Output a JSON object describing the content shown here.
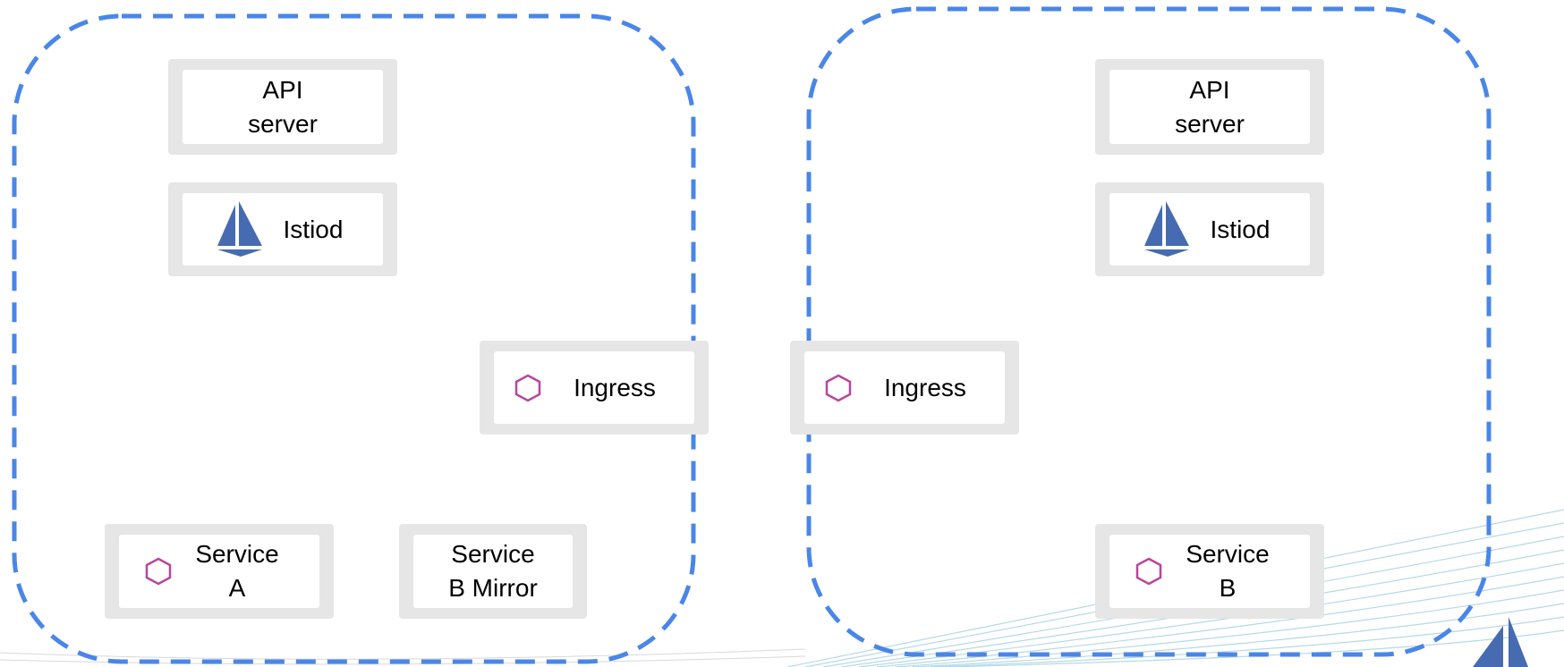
{
  "colors": {
    "boundary": "#4a86e8",
    "node_outer": "#e6e6e6",
    "node_inner": "#ffffff",
    "hex_icon": "#b9459b",
    "sail_icon": "#466bb0"
  },
  "clusters": [
    {
      "api_server": {
        "label": "API\nserver"
      },
      "istiod": {
        "label": "Istiod",
        "icon": "istio-sail-icon"
      },
      "ingress": {
        "label": "Ingress",
        "icon": "hexagon-icon"
      },
      "service_a": {
        "label": "Service\nA",
        "icon": "hexagon-icon"
      },
      "service_b_mirror": {
        "label": "Service\nB Mirror"
      }
    },
    {
      "api_server": {
        "label": "API\nserver"
      },
      "istiod": {
        "label": "Istiod",
        "icon": "istio-sail-icon"
      },
      "ingress": {
        "label": "Ingress",
        "icon": "hexagon-icon"
      },
      "service_b": {
        "label": "Service\nB",
        "icon": "hexagon-icon"
      }
    }
  ]
}
